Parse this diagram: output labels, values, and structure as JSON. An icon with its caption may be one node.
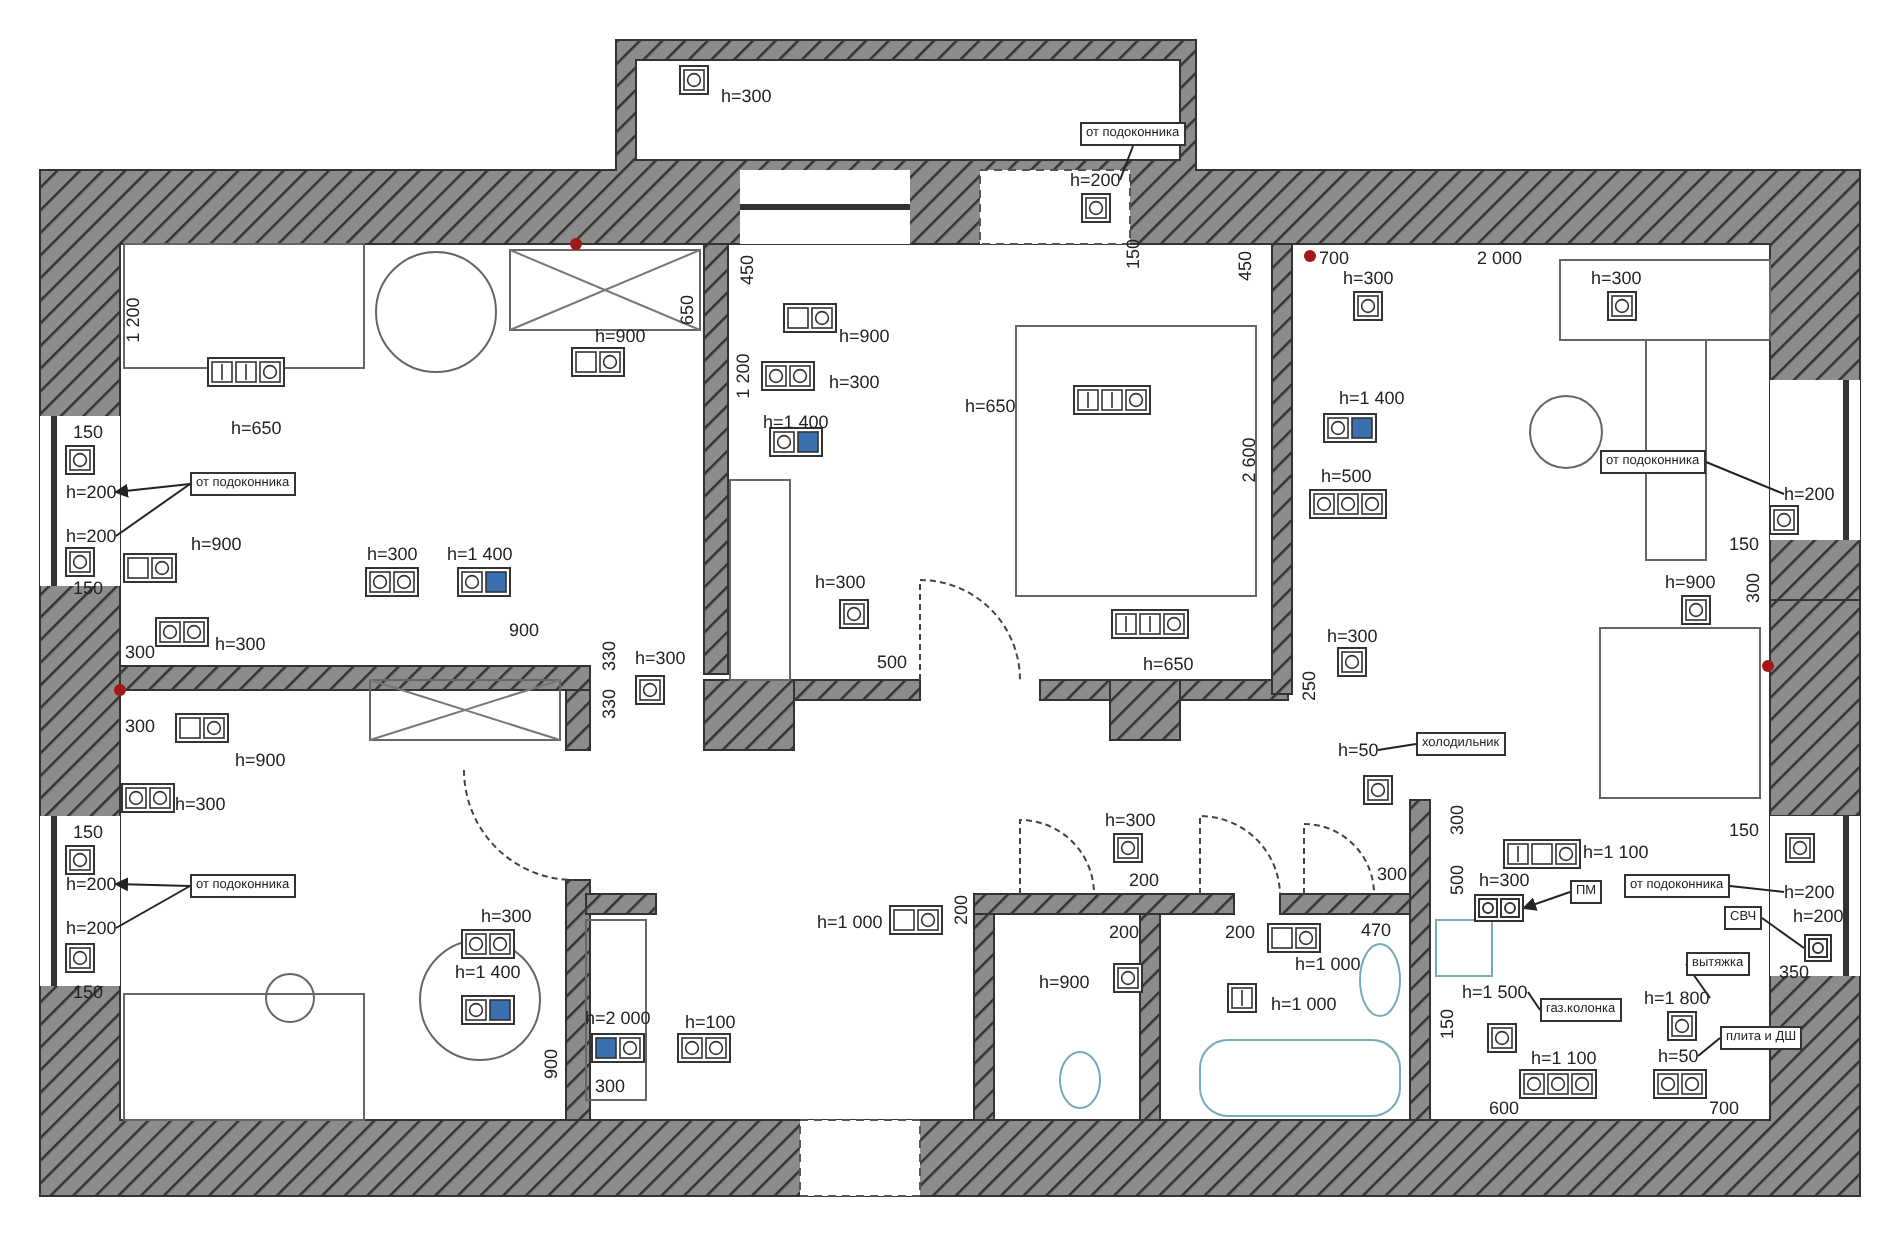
{
  "diagram": {
    "nodes": [
      {
        "text": [
          "от подоконника"
        ]
      },
      {
        "text": [
          "от подоконника"
        ]
      },
      {
        "text": [
          "от подоконника"
        ]
      },
      {
        "text": [
          "холодильник"
        ]
      },
      {
        "text": [
          "от подоконника"
        ]
      },
      {
        "text": [
          "от подоконника"
        ]
      },
      {
        "text": [
          "ПМ"
        ]
      },
      {
        "text": [
          "СВЧ"
        ]
      },
      {
        "text": [
          "вытяжка"
        ]
      },
      {
        "text": [
          "газ.колонка"
        ]
      },
      {
        "text": [
          "плита и ДШ"
        ]
      },
      {
        "text": [
          "h=200"
        ]
      },
      {
        "text": [
          "h=200"
        ]
      },
      {
        "text": [
          "h=200"
        ]
      },
      {
        "text": [
          "h=200"
        ]
      },
      {
        "text": [
          "h=50"
        ]
      },
      {
        "text": [
          "h=200"
        ]
      },
      {
        "text": [
          "h=200"
        ]
      },
      {
        "text": [
          "h=200"
        ]
      },
      {
        "text": [],
        "shape": "box"
      },
      {
        "text": [],
        "shape": "box"
      },
      {
        "text": [
          "h=1 800"
        ]
      },
      {
        "text": [
          "h=1 500"
        ]
      },
      {
        "text": [
          "h=50"
        ]
      }
    ],
    "edges": [
      {
        "from": 0,
        "to": 11,
        "arrow": "none"
      },
      {
        "from": 1,
        "to": 12,
        "arrow": "to"
      },
      {
        "from": 1,
        "to": 13,
        "arrow": "none"
      },
      {
        "from": 2,
        "to": 14,
        "arrow": "none"
      },
      {
        "from": 3,
        "to": 15,
        "arrow": "none"
      },
      {
        "from": 4,
        "to": 16,
        "arrow": "to"
      },
      {
        "from": 4,
        "to": 17,
        "arrow": "none"
      },
      {
        "from": 5,
        "to": 18,
        "arrow": "none"
      },
      {
        "from": 6,
        "to": 19,
        "arrow": "to"
      },
      {
        "from": 7,
        "to": 20,
        "arrow": "none"
      },
      {
        "from": 8,
        "to": 21,
        "arrow": "none"
      },
      {
        "from": 9,
        "to": 22,
        "arrow": "none"
      },
      {
        "from": 10,
        "to": 23,
        "arrow": "none"
      }
    ],
    "labels": [
      "h=300",
      "150",
      "450",
      "700",
      "2 000",
      "450",
      "h=300",
      "h=300",
      "1 200",
      "650",
      "h=900",
      "h=900",
      "1 200",
      "h=300",
      "h=1 400",
      "h=650",
      "h=1 400",
      "h=650",
      "150",
      "2 600",
      "h=500",
      "150",
      "h=900",
      "h=300",
      "h=1 400",
      "150",
      "h=300",
      "h=900",
      "300",
      "900",
      "h=300",
      "h=300",
      "330",
      "h=300",
      "500",
      "h=650",
      "300",
      "250",
      "330",
      "300",
      "h=900",
      "h=300",
      "h=300",
      "300",
      "150",
      "150",
      "h=1 100",
      "300",
      "200",
      "500",
      "h=300",
      "200",
      "h=300",
      "h=1 000",
      "h=200",
      "200",
      "200",
      "470",
      "h=1 000",
      "350",
      "h=900",
      "h=1 400",
      "150",
      "h=1 000",
      "h=2 000",
      "h=100",
      "150",
      "h=1 100",
      "900",
      "300",
      "600",
      "700"
    ]
  }
}
